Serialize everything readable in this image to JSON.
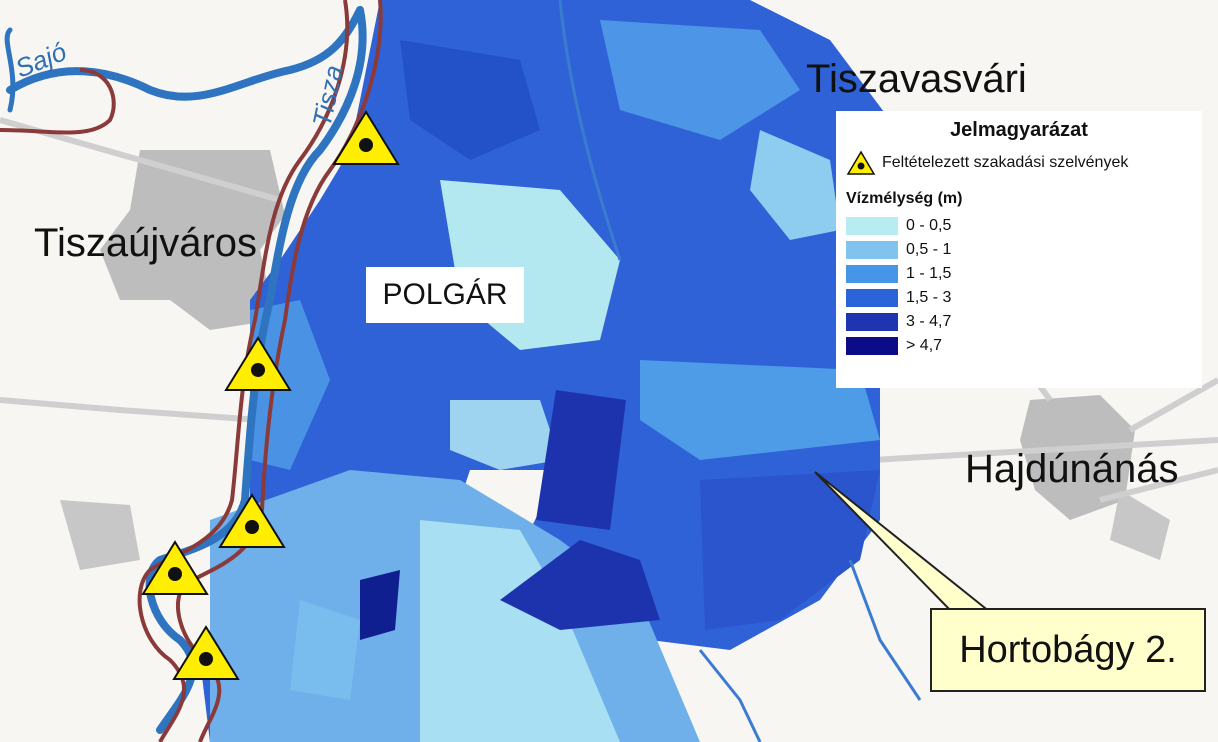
{
  "map": {
    "places": {
      "tiszavasvari": "Tiszavasvári",
      "tiszaujvaros": "Tiszaújváros",
      "hajdunanas": "Hajdúnánás",
      "polgar": "POLGÁR"
    },
    "rivers": {
      "sajo": "Sajó",
      "tisza": "Tisza"
    },
    "callout": "Hortobágy 2.",
    "breach_points_count": 5
  },
  "legend": {
    "title": "Jelmagyarázat",
    "symbol_label": "Feltételezett szakadási szelvények",
    "depth_title": "Vízmélység (m)",
    "depth_classes": [
      {
        "label": "0 - 0,5",
        "color": "#b7ecf2"
      },
      {
        "label": "0,5 - 1",
        "color": "#7fc3ee"
      },
      {
        "label": "1 - 1,5",
        "color": "#4596e6"
      },
      {
        "label": "1,5 - 3",
        "color": "#2b63d8"
      },
      {
        "label": "3 - 4,7",
        "color": "#1f35b0"
      },
      {
        "label": "> 4,7",
        "color": "#0c0c88"
      }
    ]
  },
  "colors": {
    "river": "#2e74c0",
    "embankment": "#8b3a3a",
    "urban": "#b9b9b9",
    "marker": "#ffee00"
  }
}
